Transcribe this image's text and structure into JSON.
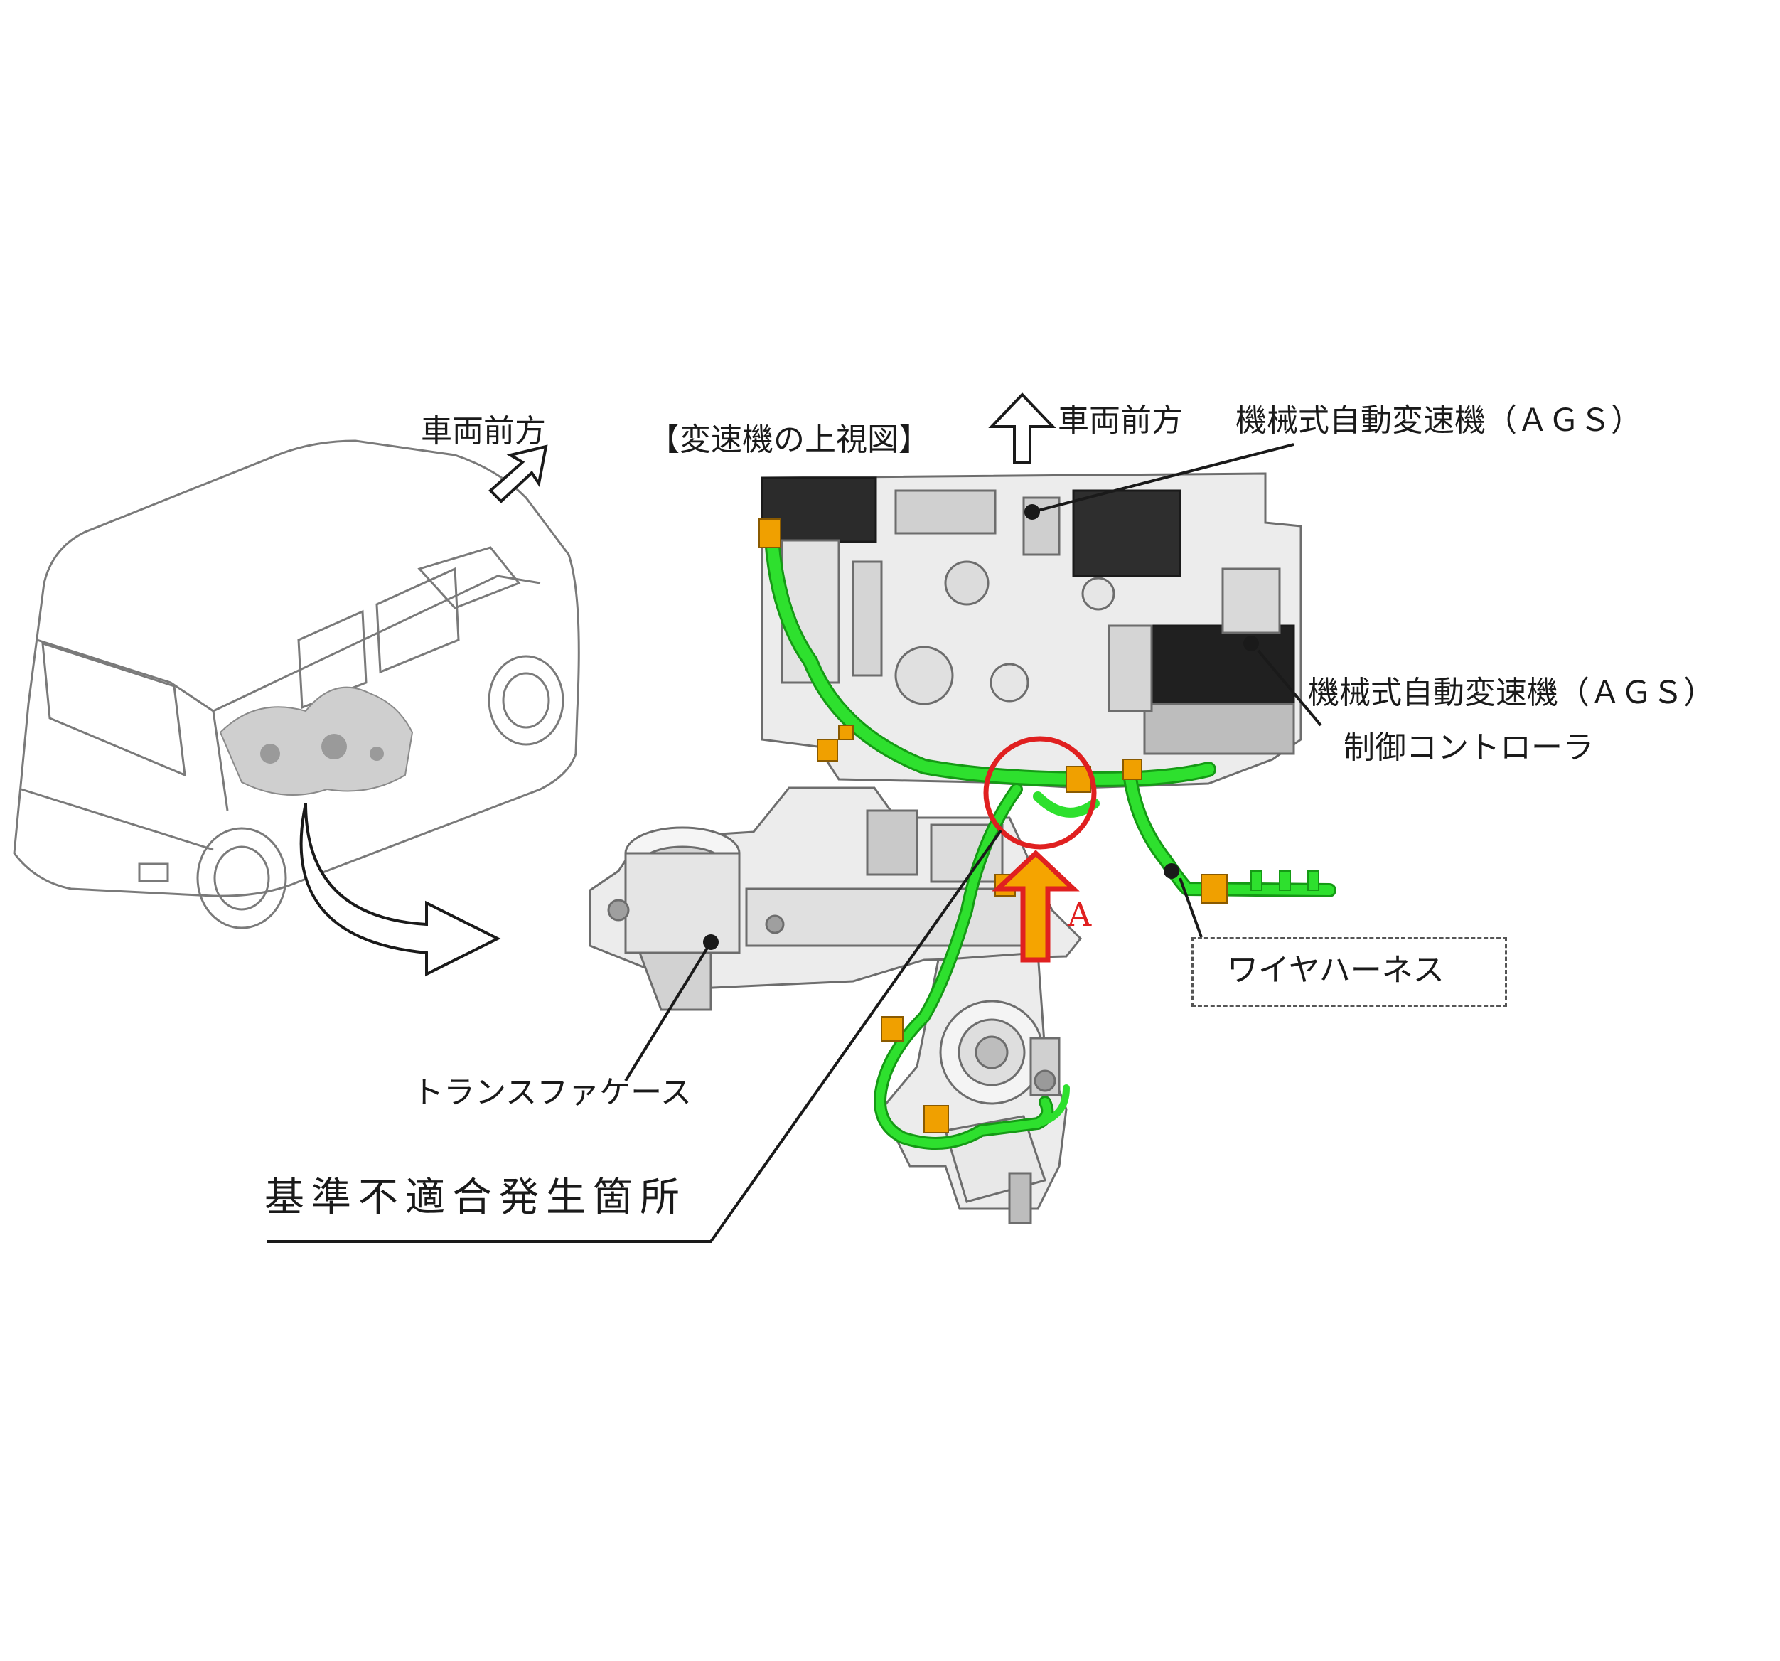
{
  "labels": {
    "vehicle_front_left": "車両前方",
    "top_view_title": "【変速機の上視図】",
    "vehicle_front_top": "車両前方",
    "ags": "機械式自動変速機（ＡＧＳ）",
    "ags_controller_line1": "機械式自動変速機（ＡＧＳ）",
    "ags_controller_line2": "制御コントローラ",
    "wire_harness": "ワイヤハーネス",
    "transfer_case": "トランスファケース",
    "nonconformity_location": "基準不適合発生箇所",
    "view_a": "A"
  },
  "colors": {
    "harness": "#2ee02e",
    "harness_outline": "#159a15",
    "highlight": "#e02020",
    "arrow_fill": "#f5a400",
    "connector": "#f0a000",
    "line": "#1a1a1a",
    "part_stroke": "#6d6d6d",
    "part_fill": "#e9e9e9"
  }
}
